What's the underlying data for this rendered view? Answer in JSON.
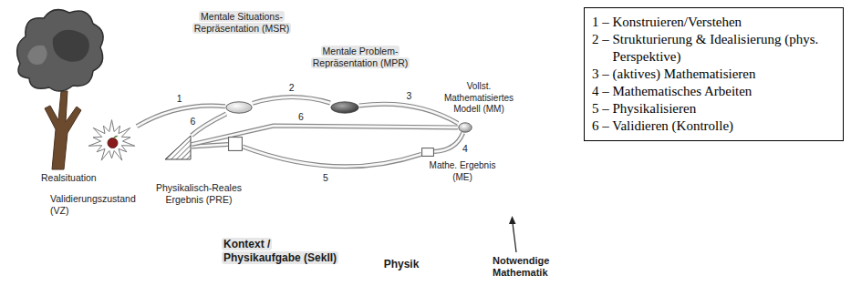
{
  "diagram": {
    "nodes": [
      {
        "text": [
          "Kontext / Physikaufgabe (SekII)"
        ]
      },
      {
        "text": [
          "Realsituation"
        ],
        "in": 0
      },
      {
        "text": [
          "Mentale Situations-Repräsentation (MSR)"
        ],
        "in": 0
      },
      {
        "text": [
          "Validierungszustand (VZ)"
        ],
        "in": 0
      },
      {
        "text": [
          "Physikalisch-Reales Ergebnis (PRE)"
        ],
        "in": 0
      },
      {
        "text": [
          "Physik"
        ]
      },
      {
        "text": [
          "Mentale Problem-Repräsentation (MPR)"
        ],
        "in": 5
      },
      {
        "text": [
          "Notwendige Mathematik"
        ]
      },
      {
        "text": [
          "Vollst. Mathematisiertes Modell (MM)"
        ],
        "in": 7
      },
      {
        "text": [
          "Mathe. Ergebnis (ME)"
        ],
        "in": 7
      },
      {
        "text": [
          "1 – Konstruieren/Verstehen",
          "2 – Strukturierung & Idealisierung (phys. Perspektive)",
          "3 – (aktives) Mathematisieren",
          "4 – Mathematisches Arbeiten",
          "5 – Physikalisieren",
          "6 – Validieren (Kontrolle)"
        ]
      }
    ],
    "edges": [
      {
        "from": 1,
        "to": 2,
        "label": "1",
        "arrow": "none"
      },
      {
        "from": 2,
        "to": 6,
        "label": "2",
        "arrow": "none"
      },
      {
        "from": 6,
        "to": 8,
        "label": "3",
        "arrow": "none"
      },
      {
        "from": 8,
        "to": 9,
        "label": "4",
        "arrow": "none"
      },
      {
        "from": 9,
        "to": 4,
        "label": "5",
        "arrow": "none"
      },
      {
        "from": 4,
        "to": 3,
        "arrow": "none"
      },
      {
        "from": 2,
        "to": 3,
        "label": "6",
        "arrow": "none"
      },
      {
        "from": 8,
        "to": 3,
        "label": "6",
        "arrow": "none"
      }
    ]
  }
}
